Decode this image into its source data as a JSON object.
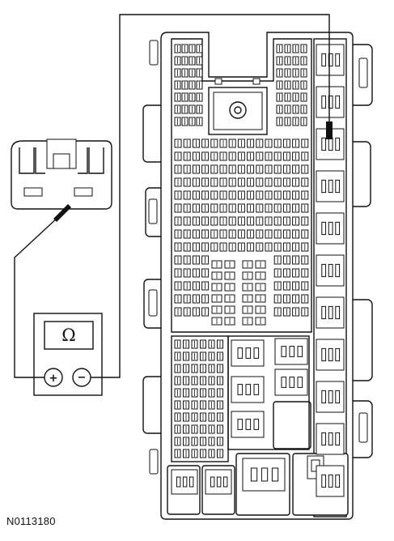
{
  "figure_id": "N0113180",
  "meter": {
    "icon": "ohm-symbol",
    "display_symbol": "Ω",
    "positive_terminal": "+",
    "negative_terminal": "−"
  },
  "colors": {
    "line": "#111111",
    "background": "#ffffff"
  }
}
